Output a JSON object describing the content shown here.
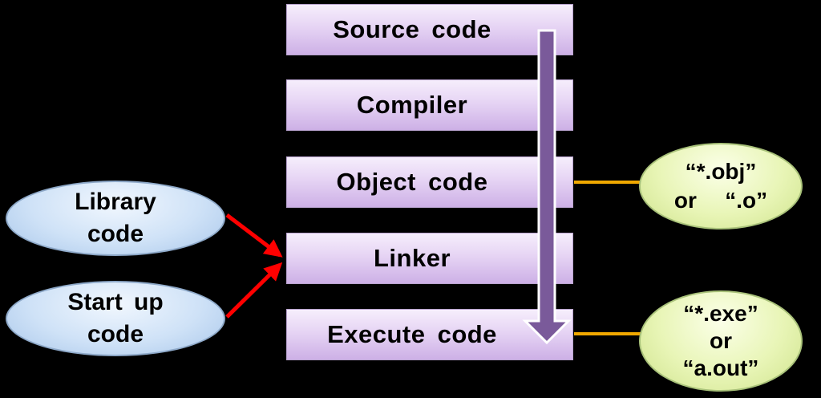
{
  "stages": [
    {
      "label": "Source code"
    },
    {
      "label": "Compiler"
    },
    {
      "label": "Object code"
    },
    {
      "label": "Linker"
    },
    {
      "label": "Execute code"
    }
  ],
  "inputs": [
    {
      "lines": [
        "Library",
        "code"
      ]
    },
    {
      "lines": [
        "Start up",
        "code"
      ]
    }
  ],
  "outputs": [
    {
      "lines": [
        "“*.obj”",
        "or   “.o”"
      ]
    },
    {
      "lines": [
        "“*.exe”",
        "or",
        "“a.out”"
      ]
    }
  ],
  "colors": {
    "background": "#000000",
    "flow_arrow": "#7a5a9a",
    "input_arrow": "#ff0000",
    "output_connector": "#f0a800"
  }
}
